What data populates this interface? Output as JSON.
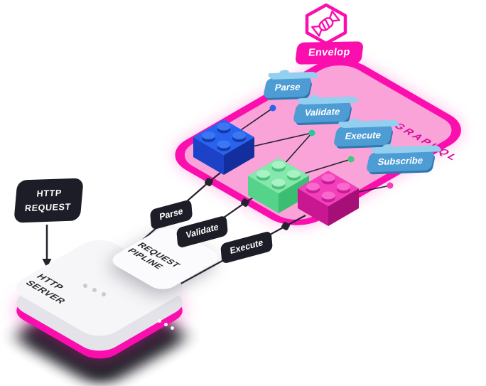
{
  "envelop": {
    "badge": "Envelop",
    "graphql_label": "GRAPHQL",
    "phases": [
      "Parse",
      "Validate",
      "Execute",
      "Subscribe"
    ],
    "bricks": [
      "blue",
      "green",
      "pink"
    ]
  },
  "pipeline": {
    "request": {
      "line1": "HTTP",
      "line2": "REQUEST"
    },
    "steps": [
      "Parse",
      "Validate",
      "Execute"
    ],
    "server": {
      "line1": "HTTP",
      "line2": "SERVER"
    },
    "card": {
      "line1": "REQUEST",
      "line2": "PIPLINE"
    }
  },
  "icons": {
    "logo": "candy-hexagon-icon"
  },
  "colors": {
    "magenta": "#FB0EAE",
    "panel_fill": "#F9A3D8",
    "graphql_text": "#D9079B",
    "tag_face": "#4D9DD4",
    "tag_top": "#93CFEF",
    "tag_side": "#2F77B0",
    "chip_dark": "#1D1D27",
    "line_dark": "#23232D",
    "server_top": "#F6F6F8",
    "server_edge": "#E3E3E9",
    "card_white": "#FBFBFD",
    "brick_blue_top": "#2664F0",
    "brick_blue_left": "#1C42C8",
    "brick_blue_right": "#132F9E",
    "brick_blue_stud": "#3B77F4",
    "brick_blue_side": "#173AA8",
    "brick_green_top": "#83E8AA",
    "brick_green_left": "#55D38B",
    "brick_green_right": "#3CBE72",
    "brick_green_stud": "#A8F2C6",
    "brick_green_side": "#4CC27F",
    "brick_pink_top": "#F340BA",
    "brick_pink_left": "#C91691",
    "brick_pink_right": "#A60F77",
    "brick_pink_stud": "#F868CD",
    "brick_pink_side": "#C81C94",
    "dot_blue": "#2664F0",
    "dot_teal": "#25C99A",
    "dot_green": "#3FCB7C",
    "dot_pink": "#F340BA"
  }
}
